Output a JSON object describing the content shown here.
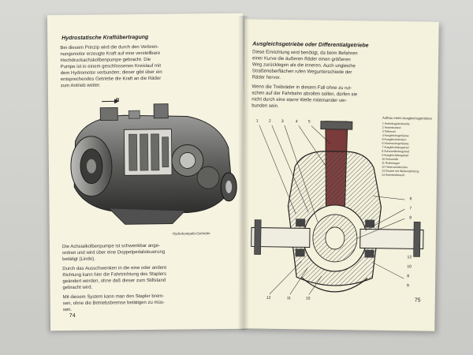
{
  "left_page": {
    "heading": "Hydrostatische Kraftübertragung",
    "para1": [
      "Bei diesem Prinzip wird die durch den Verbren-",
      "nungsmotor erzeugte Kraft auf eine verstellbare",
      "Hochdruckachskolbenpumpe gebracht. Die",
      "Pumpe ist in einem geschlossenen Kreislauf mit",
      "dem Hydromotor verbunden; dieser gibt über ein",
      "entsprechendes Getriebe die Kraft an die Räder",
      "zum Antrieb weiter."
    ],
    "figure_caption": "Hydrokompakt-Getriebe",
    "figure_marker": "R",
    "para2": [
      "Die Achsialkolbenpumpe ist schwenkbar ange-",
      "ordnet und wird über eine Doppelpedalsteuerung",
      "betätigt (Linde)."
    ],
    "para3": [
      "Durch das Ausschwenken in die eine oder andere",
      "Richtung kann hier die Fahrtrichtung des Staplers",
      "geändert werden, ohne daß dieser zum Stillstand",
      "gebracht wird."
    ],
    "para4": [
      "Mit diesem System kann man den Stapler brem-",
      "sen, ohne die Betriebsbremse betätigen zu müs-",
      "sen."
    ],
    "page_number": "74"
  },
  "right_page": {
    "heading": "Ausgleichsgetriebe oder Differentialgetriebe",
    "para1": [
      "Diese Einrichtung wird benötigt, da beim Befahren",
      "einer Kurve die äußeren Räder einen größeren",
      "Weg zurücklegen als die inneren. Auch ungleiche",
      "Straßenoberflächen rufen Wegunterschiede der",
      "Räder hervor."
    ],
    "para2": [
      "Wenn die Treibräder in diesem Fall ohne zu rut-",
      "schen auf der Fahrbahn abrollen sollen, dürfen sie",
      "nicht durch eine starre Welle miteinander ver-",
      "bunden sein."
    ],
    "legend_title": "Aufbau eines Ausgleichsgetriebes",
    "legend_items": [
      "1 Antriebsgelenkwelle",
      "2 Antriebsritzel",
      "3 Tellerrad",
      "4 Ausgleichsgehäuse",
      "5 Ausgleichsbolzen",
      "6 Hinterachsgehäuse",
      "7 Ausgleichskegelrad",
      "8 Achswellenkegelrad",
      "9 Ausgleichskegelrad",
      "10 Achswelle",
      "11 Rollenlager",
      "12 Hinterachsbrücke",
      "13 Deckel mit Wellendichtring",
      "14 Antriebsflansch"
    ],
    "callouts_top": [
      "1",
      "2",
      "3",
      "4",
      "5"
    ],
    "callouts_right": [
      "6",
      "7",
      "8",
      "12",
      "10",
      "8",
      "9"
    ],
    "callouts_bottom": [
      "12",
      "11",
      "10"
    ],
    "page_number": "75"
  },
  "colors": {
    "paper": "#f6f3e1",
    "ink": "#333333",
    "drawing_dark": "#555555",
    "hatch": "#777777"
  }
}
